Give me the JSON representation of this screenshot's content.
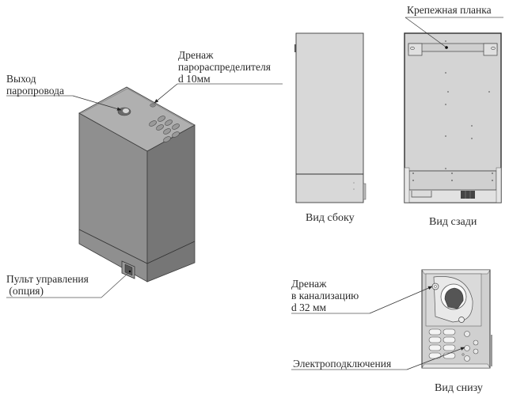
{
  "figure": {
    "type": "technical-drawing",
    "subject": "steam humidifier housing views",
    "colors": {
      "front_face": "#8f8f8f",
      "side_face": "#7a7a7a",
      "top_face": "#b4b4b4",
      "ortho_fill": "#d6d6d6",
      "outline": "#3c3c3c",
      "leader": "#555555"
    }
  },
  "iso_view": {
    "labels": {
      "steam_outlet_line1": "Выход",
      "steam_outlet_line2": "паропровода",
      "drain_distributor_line1": "Дренаж",
      "drain_distributor_line2": "парораспределителя",
      "drain_distributor_line3": "d 10мм",
      "control_panel_line1": "Пульт управления",
      "control_panel_line2": " (опция)"
    }
  },
  "side_view": {
    "caption": "Вид сбоку"
  },
  "rear_view": {
    "caption": "Вид сзади",
    "labels": {
      "mounting_bracket": "Крепежная планка"
    }
  },
  "bottom_view": {
    "caption": "Вид снизу",
    "labels": {
      "drain_sewer_line1": "Дренаж",
      "drain_sewer_line2": "в канализацию",
      "drain_sewer_line3": "d 32 мм",
      "electrical_connections": "Электроподключения"
    }
  }
}
